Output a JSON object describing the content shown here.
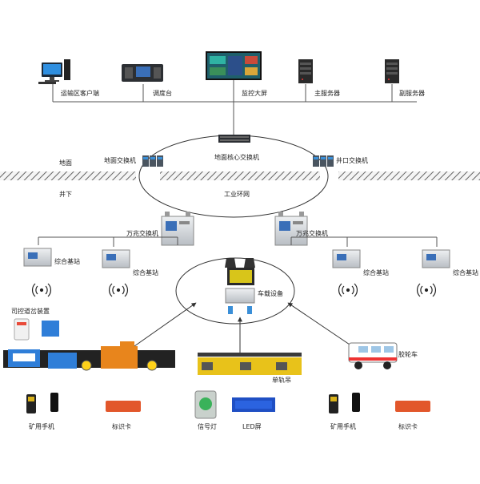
{
  "top_row": {
    "client_label": "运输区客户端",
    "dispatch_label": "调度台",
    "bigscreen_label": "监控大屏",
    "main_server_label": "主服务器",
    "backup_server_label": "副服务器"
  },
  "network": {
    "surface_switch_label": "地面交换机",
    "core_switch_label": "地面核心交换机",
    "shaft_switch_label": "井口交换机",
    "ground_label": "地面",
    "underground_label": "井下",
    "ring_label": "工业环网"
  },
  "gigabit": {
    "left_label": "万兆交换机",
    "right_label": "万兆交换机"
  },
  "base_stations": {
    "label_1": "综合基站",
    "label_2": "综合基站",
    "label_3": "综合基站",
    "label_4": "综合基站"
  },
  "vehicle": {
    "onboard_label": "车载设备",
    "switch_device_label": "司控道岔装置",
    "monorail_label": "单轨吊",
    "rubber_car_label": "胶轮车"
  },
  "bottom_row": {
    "phone_left_label": "矿用手机",
    "card_left_label": "标识卡",
    "signal_light_label": "信号灯",
    "led_label": "LED屏",
    "phone_right_label": "矿用手机",
    "card_right_label": "标识卡"
  },
  "colors": {
    "line": "#555555",
    "hatch": "#6b6b6b",
    "box_orange": "#e8851c",
    "box_blue": "#2f7ed8",
    "monorail_yellow": "#e8c21a",
    "card_red": "#e2572b",
    "led_blue": "#1f4fc4"
  }
}
